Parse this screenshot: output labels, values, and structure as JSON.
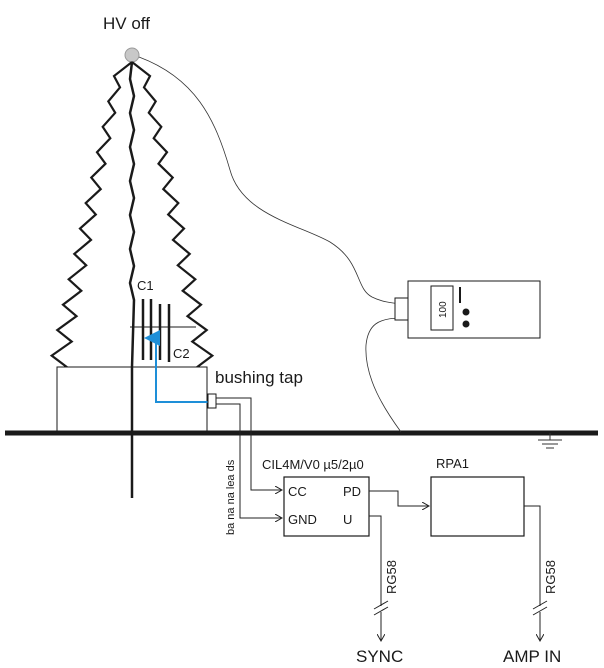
{
  "labels": {
    "hv_status": "HV off",
    "c1": "C1",
    "c2": "C2",
    "bushing_tap": "bushing tap",
    "cable_note": "ba na na  lea ds",
    "module": "CIL4M/V0 µ5/2µ0",
    "port_cc": "CC",
    "port_gnd": "GND",
    "port_pd": "PD",
    "port_u": "U",
    "rpa": "RPA1",
    "cable_left": "RG58",
    "cable_right": "RG58",
    "out_sync": "SYNC",
    "out_amp": "AMP IN",
    "calibrator_display": "100"
  },
  "colors": {
    "ink": "#1a1a1a",
    "tap_wire": "#1e8fd8",
    "electrode": "#c8c8c8"
  },
  "icons": {
    "ground": "ground-symbol-icon",
    "cable_break": "cable-break-icon",
    "arrow": "arrow-down-icon"
  }
}
